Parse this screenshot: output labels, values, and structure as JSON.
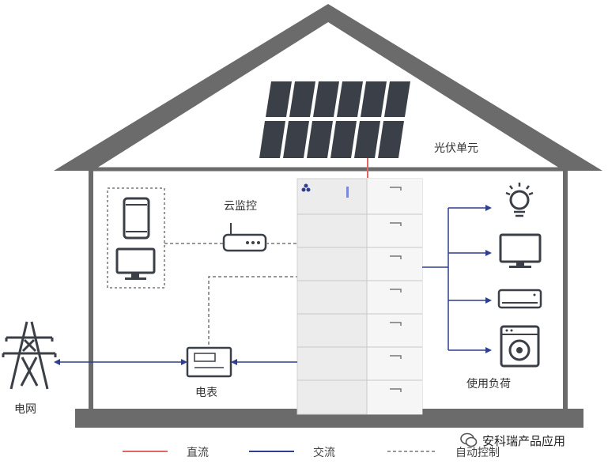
{
  "labels": {
    "pv_unit": "光伏单元",
    "cloud_monitor": "云监控",
    "meter": "电表",
    "grid": "电网",
    "loads": "使用负荷"
  },
  "legend": {
    "dc": "直流",
    "ac": "交流",
    "auto_control": "自动控制"
  },
  "colors": {
    "dc_line": "#e06666",
    "ac_line": "#2e3f8f",
    "control_line": "#777777",
    "house": "#6b6b6b",
    "battery": "#ececec"
  },
  "watermark": "安科瑞产品应用",
  "battery_modules": 7,
  "icons": [
    "solar-panel-icon",
    "phone-icon",
    "monitor-icon",
    "router-icon",
    "meter-icon",
    "transmission-tower-icon",
    "bulb-icon",
    "tv-icon",
    "air-conditioner-icon",
    "washing-machine-icon"
  ]
}
